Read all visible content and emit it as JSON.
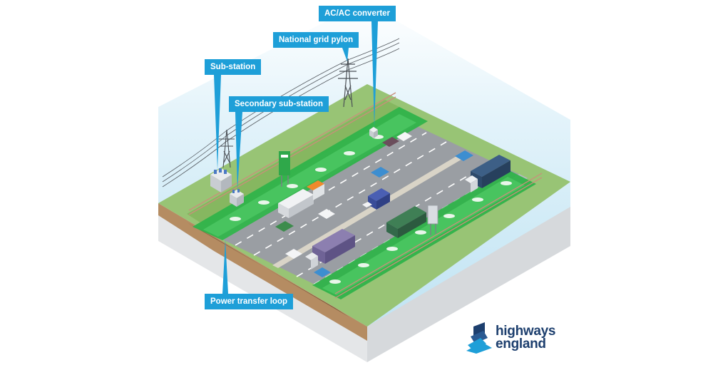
{
  "callouts": {
    "ac_ac_converter": "AC/AC converter",
    "national_grid_pylon": "National grid pylon",
    "sub_station": "Sub-station",
    "secondary_sub_station": "Secondary sub-station",
    "power_transfer_loop": "Power transfer loop"
  },
  "logo": {
    "line1": "highways",
    "line2": "england"
  },
  "colors": {
    "callout_blue": "#1e9fd8",
    "sky": "#cfeaf6",
    "grass": "#8fbf6a",
    "road": "#9a9ea3",
    "charging_lane": "#2fb34a",
    "logo_navy": "#1d3f6e"
  }
}
